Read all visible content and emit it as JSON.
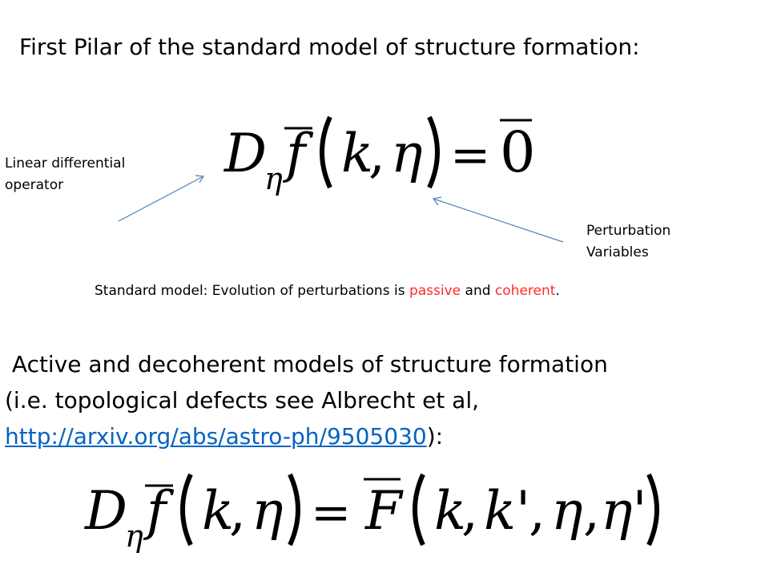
{
  "title": "First Pilar of the standard model of structure formation:",
  "annotations": {
    "left_line1": "Linear differential",
    "left_line2": "operator",
    "right_line1": "Perturbation",
    "right_line2": "Variables"
  },
  "standard_model": {
    "prefix": "Standard model: Evolution of perturbations is ",
    "word1": "passive",
    "middle": " and ",
    "word2": "coherent",
    "suffix": "."
  },
  "active": {
    "line1": " Active and decoherent models of structure formation",
    "line2": "(i.e. topological defects see Albrecht et al,",
    "link": "http://arxiv.org/abs/astro-ph/9505030",
    "after_link": "):"
  },
  "equation1": {
    "D": "D",
    "sub": "η",
    "f": "f",
    "k": "k",
    "comma": ",",
    "eta": "η",
    "equals": "=",
    "rhs": "0"
  },
  "equation2": {
    "D": "D",
    "sub": "η",
    "f": "f",
    "k": "k",
    "comma1": ",",
    "eta": "η",
    "equals": "=",
    "F": "F",
    "k2": "k",
    "comma2": ",",
    "kprime": "k'",
    "comma3": ",",
    "eta2": "η",
    "comma4": ",",
    "etaprime": "η'"
  },
  "colors": {
    "arrow": "#4f81bd",
    "emphasis": "#ff2a2a",
    "link": "#0563c1"
  }
}
